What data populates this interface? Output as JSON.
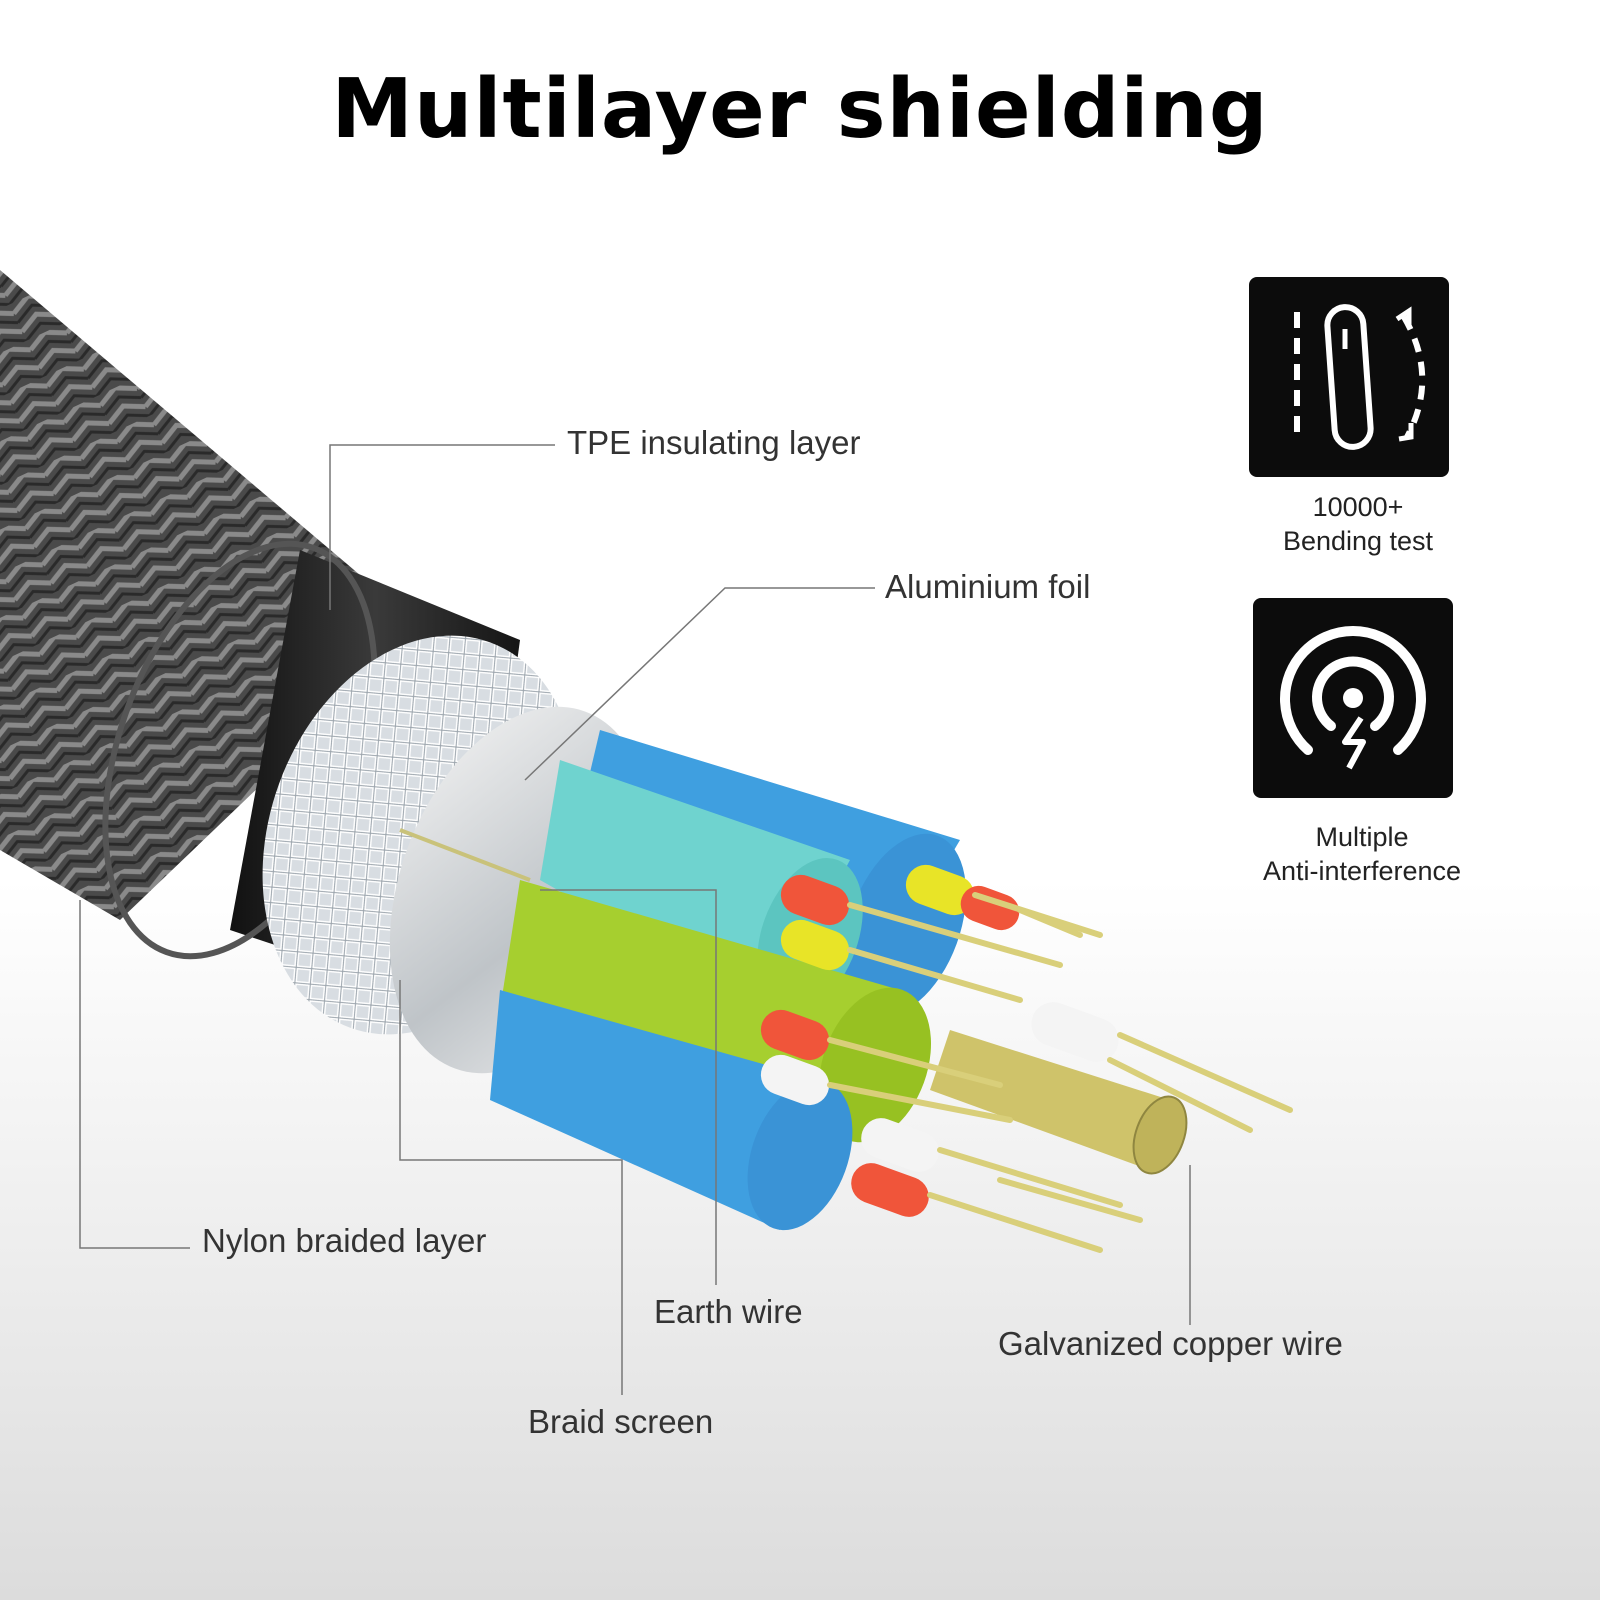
{
  "title": "Multilayer shielding",
  "labels": {
    "tpe": "TPE insulating layer",
    "foil": "Aluminium foil",
    "nylon": "Nylon braided layer",
    "earth": "Earth wire",
    "braid": "Braid screen",
    "copper": "Galvanized copper wire"
  },
  "features": [
    {
      "icon": "bending-icon",
      "line1": "10000+",
      "line2": "Bending test"
    },
    {
      "icon": "anti-interference-icon",
      "line1": "Multiple",
      "line2": "Anti-interference"
    }
  ],
  "colors": {
    "badge_bg": "#0c0c0c",
    "cyan_wire": "#6fd3cf",
    "blue_wire": "#3f9fe0",
    "green_wire": "#a6cf2f",
    "red_core": "#f0553a",
    "yellow_core": "#e8e427",
    "copper": "#d9cf7a"
  }
}
